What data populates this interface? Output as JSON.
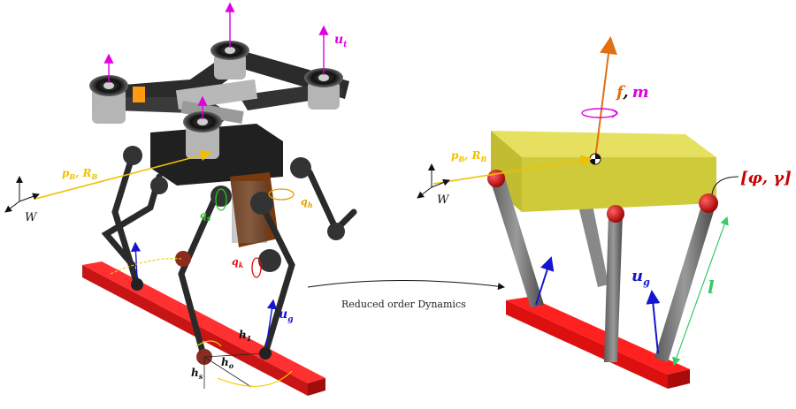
{
  "labels": {
    "thrust": "u",
    "thrust_sub": "t",
    "base_pose": "p",
    "base_pose_sub": "B",
    "base_pose_sep": ", R",
    "base_pose_sub2": "B",
    "world": "W",
    "hip_angle": "q",
    "hip_angle_sub": "h",
    "shoulder_angle": "q",
    "shoulder_angle_sub": "s",
    "knee_angle": "q",
    "knee_angle_sub": "k",
    "ground_force": "u",
    "ground_force_sub": "g",
    "h1": "h",
    "h1_sub": "1",
    "h0": "h",
    "h0_sub": "o",
    "hs": "h",
    "hs_sub": "s",
    "force_moment_f": "f",
    "force_moment_sep": ",",
    "force_moment_m": "m",
    "right_base_pose": "p",
    "right_base_pose_sub": "B",
    "right_base_pose_sep": ", R",
    "right_base_pose_sub2": "B",
    "right_world": "W",
    "leg_angles": "[φ, γ]",
    "leg_length": "l",
    "right_ground_force": "u",
    "right_ground_force_sub": "g"
  },
  "arrow_caption": "Reduced order Dynamics",
  "colors": {
    "thrust": "#e000e0",
    "base_pose": "#f0c000",
    "world_axes": "#111111",
    "hip": "#e0a000",
    "shoulder": "#22cc22",
    "knee": "#e01010",
    "ground_force": "#1515d0",
    "h_dim": "#f0d000",
    "rail": "#e51a1a",
    "box": "#c8c020",
    "force": "#e07010",
    "moment": "#e000e0",
    "leg_angles": "#cc0000",
    "leg_length": "#33cc66",
    "joint_ball": "#cc1111"
  }
}
